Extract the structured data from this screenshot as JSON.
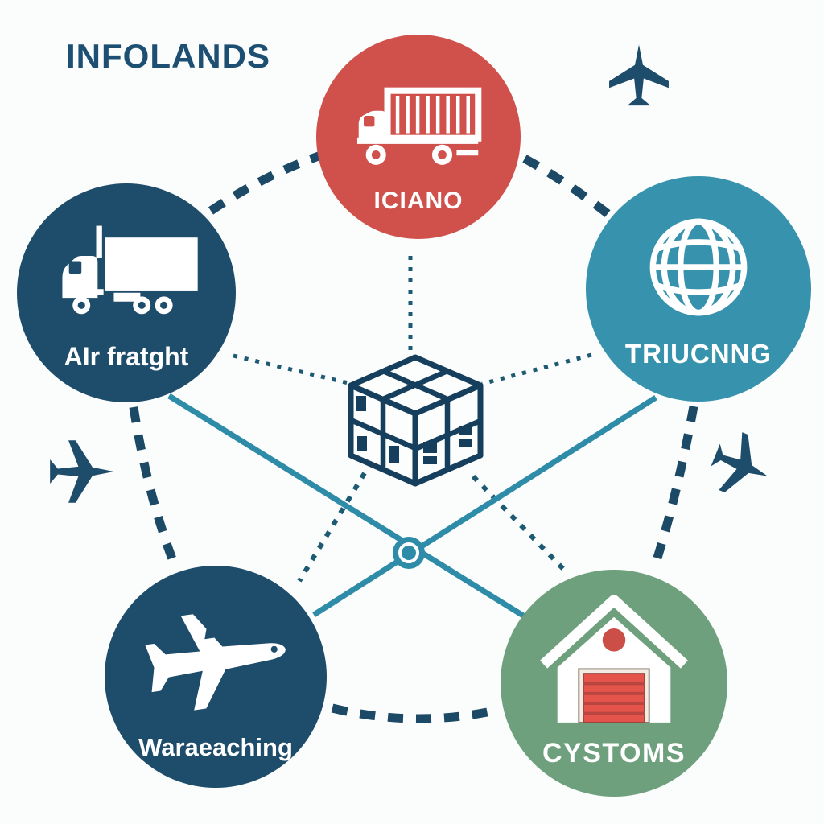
{
  "title": "INFOLANDS",
  "colors": {
    "background": "#fbfcfc",
    "navy": "#1e4c6b",
    "red": "#d0514b",
    "teal": "#3793ad",
    "green": "#6fa07e",
    "connector_teal": "#2e8ca8",
    "dash_navy": "#1c4966",
    "dot_navy": "#1c5a73",
    "title_navy": "#1d4f72",
    "door_red": "#e5544b"
  },
  "nodes": [
    {
      "id": "top",
      "label": "ICIANO",
      "icon": "delivery-truck-icon",
      "color": "#d0514b"
    },
    {
      "id": "left",
      "label": "AIr fratght",
      "icon": "semi-truck-icon",
      "color": "#1e4c6b"
    },
    {
      "id": "right",
      "label": "TRIUCNNG",
      "icon": "globe-icon",
      "color": "#3793ad"
    },
    {
      "id": "bottom_left",
      "label": "Waraeaching",
      "icon": "airplane-icon",
      "color": "#1e4c6b"
    },
    {
      "id": "bottom_right",
      "label": "CYSTOMS",
      "icon": "warehouse-icon",
      "color": "#6fa07e"
    }
  ],
  "center": {
    "icon": "cargo-box-icon",
    "hub": "hub-node-icon"
  },
  "decorations": [
    {
      "icon": "airplane-silhouette-icon",
      "position": "top-right"
    },
    {
      "icon": "airplane-silhouette-icon",
      "position": "middle-left"
    },
    {
      "icon": "airplane-silhouette-icon",
      "position": "middle-right"
    }
  ]
}
